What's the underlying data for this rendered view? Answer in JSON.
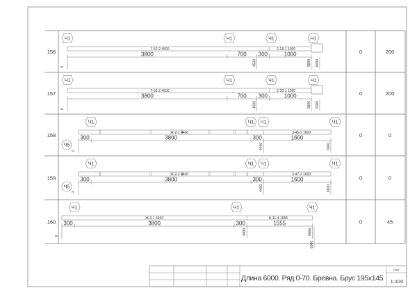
{
  "rows": [
    {
      "number": "156",
      "col1": "0",
      "col2": "200",
      "zero": "0",
      "origin": 97,
      "tags": [
        {
          "label": "Ч1",
          "mm": 0
        },
        {
          "label": "Ч1",
          "mm": 3850
        },
        {
          "label": "Ч1",
          "mm": 4850
        },
        {
          "label": "Ч1",
          "mm": 5850
        }
      ],
      "pieces": [
        {
          "label": "Г-52-2  4500",
          "mm": 2200
        },
        {
          "label": "2-18-1  1300",
          "mm": 5200
        }
      ],
      "dims": [
        {
          "from": 0,
          "to": 3800,
          "label": "3800"
        },
        {
          "from": 3800,
          "to": 4500,
          "label": "700"
        },
        {
          "from": 4500,
          "to": 4800,
          "label": "300"
        },
        {
          "from": 4800,
          "to": 5800,
          "label": "1000"
        }
      ],
      "marks": [
        {
          "mm": 4500,
          "label": "4500"
        },
        {
          "mm": 5800,
          "label": "5800"
        },
        {
          "mm": 6000,
          "label": "6000"
        }
      ]
    },
    {
      "number": "157",
      "col1": "0",
      "col2": "200",
      "zero": "0",
      "origin": 97,
      "tags": [
        {
          "label": "Ч1",
          "mm": 0
        },
        {
          "label": "Ч1",
          "mm": 3850
        },
        {
          "label": "Ч1",
          "mm": 4850
        },
        {
          "label": "Ч1",
          "mm": 5850
        }
      ],
      "pieces": [
        {
          "label": "Г-53-2  4500",
          "mm": 2200
        },
        {
          "label": "2-20-1  1300",
          "mm": 5200
        }
      ],
      "dims": [
        {
          "from": 0,
          "to": 3800,
          "label": "3800"
        },
        {
          "from": 3800,
          "to": 4500,
          "label": "700"
        },
        {
          "from": 4500,
          "to": 4800,
          "label": "300"
        },
        {
          "from": 4800,
          "to": 5800,
          "label": "1000"
        }
      ],
      "marks": [
        {
          "mm": 4500,
          "label": "4500"
        },
        {
          "mm": 5800,
          "label": "5800"
        },
        {
          "mm": 6000,
          "label": "6000"
        }
      ]
    },
    {
      "number": "158",
      "col1": "0",
      "col2": "0",
      "zero": "0",
      "origin": 113,
      "side_tag": "Ч5",
      "tags": [
        {
          "label": "Ч1",
          "mm": 300
        },
        {
          "label": "Ч1",
          "mm": 4100
        },
        {
          "label": "Ч1",
          "mm": 4400
        },
        {
          "label": "Ч1",
          "mm": 6100
        }
      ],
      "pieces": [
        {
          "label": "Ж-2-1  4400",
          "mm": 2400
        },
        {
          "label": "3-45-2  1600",
          "mm": 5300
        }
      ],
      "dims": [
        {
          "from": 0,
          "to": 300,
          "label": "300"
        },
        {
          "from": 300,
          "to": 4100,
          "label": "3800"
        },
        {
          "from": 4100,
          "to": 4400,
          "label": "300"
        },
        {
          "from": 4400,
          "to": 6000,
          "label": "1600"
        }
      ],
      "marks": [
        {
          "mm": 4400,
          "label": "4400"
        },
        {
          "mm": 6000,
          "label": "6000"
        }
      ]
    },
    {
      "number": "159",
      "col1": "0",
      "col2": "0",
      "zero": "0",
      "origin": 113,
      "side_tag": "Ч5",
      "tags": [
        {
          "label": "Ч1",
          "mm": 300
        },
        {
          "label": "Ч1",
          "mm": 4100
        },
        {
          "label": "Ч1",
          "mm": 4400
        },
        {
          "label": "Ч1",
          "mm": 6100
        }
      ],
      "pieces": [
        {
          "label": "Ж-2-2  4400",
          "mm": 2400
        },
        {
          "label": "3-47-2  1600",
          "mm": 5300
        }
      ],
      "dims": [
        {
          "from": 0,
          "to": 300,
          "label": "300"
        },
        {
          "from": 300,
          "to": 4100,
          "label": "3800"
        },
        {
          "from": 4100,
          "to": 4400,
          "label": "300"
        },
        {
          "from": 4400,
          "to": 6000,
          "label": "1600"
        }
      ],
      "marks": [
        {
          "mm": 4400,
          "label": "4400"
        },
        {
          "mm": 6000,
          "label": "6000"
        }
      ]
    },
    {
      "number": "160",
      "col1": "0",
      "col2": "45",
      "zero": "0",
      "origin": 89,
      "tags": [
        {
          "label": "Ч1",
          "mm": 300
        },
        {
          "label": "Ч1",
          "mm": 4150
        },
        {
          "label": "Ч1",
          "mm": 5955
        }
      ],
      "pieces": [
        {
          "label": "Ж-3-1  4400",
          "mm": 2200
        },
        {
          "label": "Б-11-4  1555",
          "mm": 5150
        }
      ],
      "dims": [
        {
          "from": 0,
          "to": 300,
          "label": "300"
        },
        {
          "from": 300,
          "to": 4100,
          "label": "3800"
        },
        {
          "from": 4100,
          "to": 4400,
          "label": "300"
        },
        {
          "from": 4400,
          "to": 5955,
          "label": "1555"
        }
      ],
      "marks": [
        {
          "mm": 4400,
          "label": "4400"
        },
        {
          "mm": 5955,
          "label": "5955"
        },
        {
          "mm": 6000,
          "label": "6000"
        }
      ]
    }
  ],
  "title_block": {
    "title": "Длина 6000. Ряд 0-70. Бревна. Брус 195x145",
    "sheet_label": "Лист",
    "scale": "1:100"
  }
}
